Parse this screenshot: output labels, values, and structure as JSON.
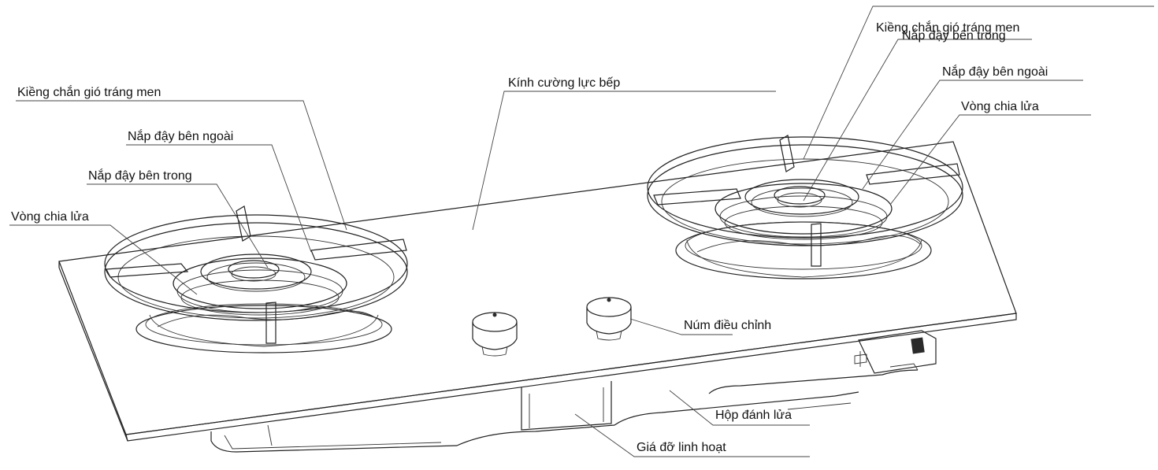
{
  "labels": {
    "left_windshield": "Kiềng chắn gió tráng men",
    "left_outer_cap": "Nắp đậy bên ngoài",
    "left_inner_cap": "Nắp đậy bên trong",
    "left_flame_ring": "Vòng chia lửa",
    "glass": "Kính cường lực bếp",
    "right_windshield": "Kiềng chắn gió tráng men",
    "right_inner_cap": "Nắp đậy bên trong",
    "right_outer_cap": "Nắp đậy bên ngoài",
    "right_flame_ring": "Vòng chia lửa",
    "knob": "Núm điều chỉnh",
    "ignition_box": "Hộp đánh lửa",
    "bracket": "Giá đỡ linh hoạt"
  }
}
